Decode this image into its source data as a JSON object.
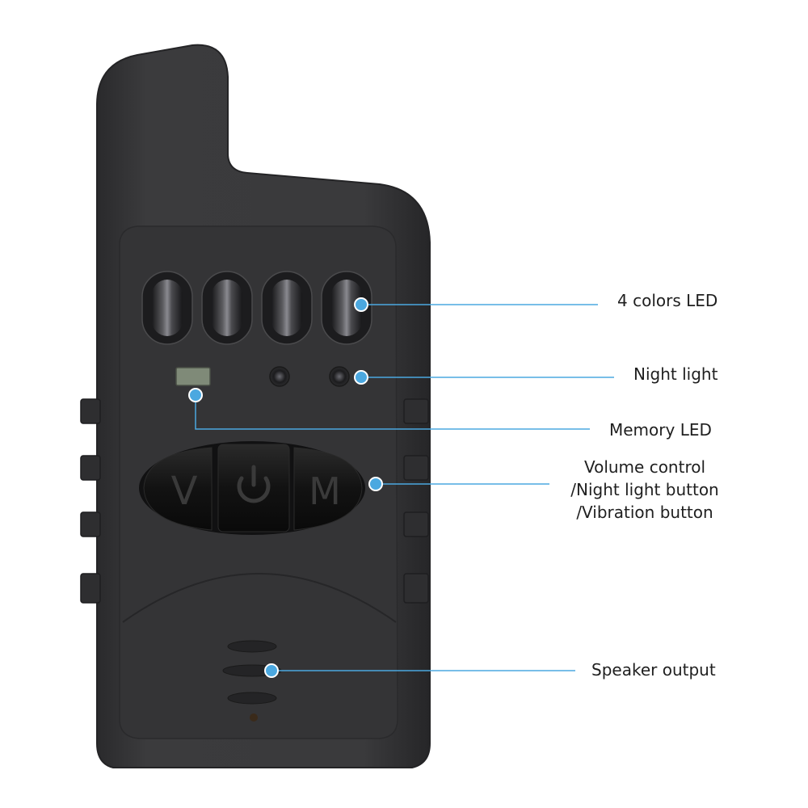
{
  "device": {
    "buttons": [
      {
        "key": "volume",
        "glyph": "V"
      },
      {
        "key": "power",
        "glyph": "power-icon"
      },
      {
        "key": "mode",
        "glyph": "M"
      }
    ],
    "led_count": 4,
    "colors": {
      "body": "#3a3a3c",
      "face": "#333335",
      "button": "#161616",
      "callout": "#4ba8e0"
    }
  },
  "labels": {
    "led": "4 colors LED",
    "night": "Night light",
    "memory": "Memory LED",
    "controls": [
      "Volume control",
      "/Night light button",
      "/Vibration button"
    ],
    "speaker": "Speaker output"
  }
}
